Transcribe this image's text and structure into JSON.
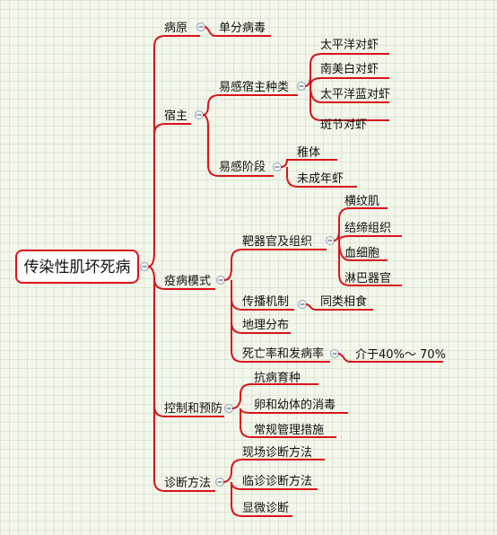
{
  "root": {
    "label": "传染性肌坏死病"
  },
  "nodes": {
    "pathogen": "病原",
    "pathogen_detail": "单分病毒",
    "host": "宿主",
    "host_species": "易感宿主种类",
    "species_1": "太平洋对虾",
    "species_2": "南美白对虾",
    "species_3": "太平洋蓝对虾",
    "species_4": "斑节对虾",
    "host_stage": "易感阶段",
    "stage_1": "稚体",
    "stage_2": "未成年虾",
    "epidemic": "疫病模式",
    "target": "靶器官及组织",
    "target_1": "横纹肌",
    "target_2": "结缔组织",
    "target_3": "血细胞",
    "target_4": "淋巴器官",
    "transmission": "传播机制",
    "transmission_detail": "同类相食",
    "geography": "地理分布",
    "mortality": "死亡率和发病率",
    "mortality_detail": "介于40%～ 70%",
    "control": "控制和预防",
    "control_1": "抗病育种",
    "control_2": "卵和幼体的消毒",
    "control_3": "常规管理措施",
    "diagnosis": "诊断方法",
    "diagnosis_1": "现场诊断方法",
    "diagnosis_2": "临诊诊断方法",
    "diagnosis_3": "显微诊断"
  },
  "colors": {
    "line": "#d9141c",
    "background": "#f3f6ea",
    "collapse_icon": "#5870a8"
  },
  "icons": {
    "collapse": "minus-circle-icon"
  }
}
